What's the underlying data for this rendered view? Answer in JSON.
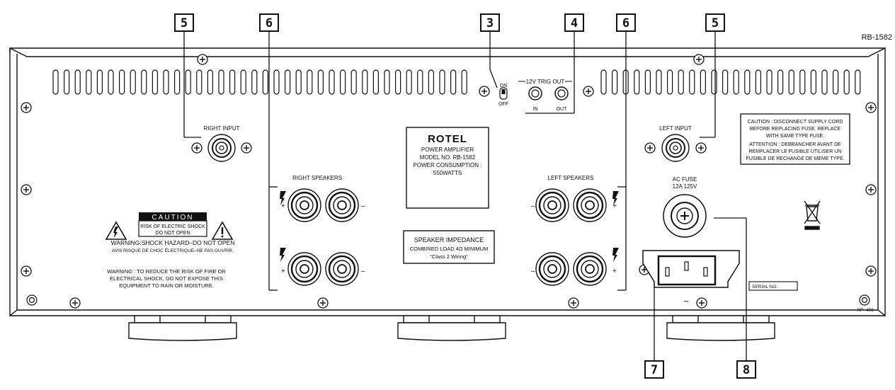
{
  "model_label": "RB-1582",
  "callouts": {
    "c3": "3",
    "c4": "4",
    "c5a": "5",
    "c5b": "5",
    "c6a": "6",
    "c6b": "6",
    "c7": "7",
    "c8": "8"
  },
  "trig": {
    "title": "12V TRIG OUT",
    "in": "IN",
    "out": "OUT",
    "on": "ON",
    "off": "OFF"
  },
  "inputs": {
    "right": "RIGHT INPUT",
    "left": "LEFT INPUT"
  },
  "speakers": {
    "right": "RIGHT SPEAKERS",
    "left": "LEFT SPEAKERS",
    "plus": "+",
    "minus": "–"
  },
  "brand_panel": {
    "logo": "ROTEL",
    "line1": "POWER AMPLIFIER",
    "line2": "MODEL NO. RB-1582",
    "line3": "POWER CONSUMPTION :",
    "line4": "550WATTS"
  },
  "impedance": {
    "title": "SPEAKER IMPEDANCE",
    "line1": "COMBINED LOAD 4Ω MINIMUM",
    "line2": "\"Class 2 Wiring\""
  },
  "caution_label": {
    "header": "CAUTION",
    "line1": "RISK OF ELECTRIC SHOCK",
    "line2": "DO NOT OPEN",
    "warning": "WARNING:SHOCK HAZARD–DO NOT OPEN",
    "avis": "AVIS:RISQUE DE CHOC ÉLECTRIQUE–NE PAS OUVRIR."
  },
  "warning_text": {
    "line1": "WARNING : TO REDUCE THE RISK OF FIRE OR",
    "line2": "ELECTRICAL SHOCK, DO NOT EXPOSE THIS",
    "line3": "EQUIPMENT TO RAIN OR MOISTURE."
  },
  "fuse": {
    "title": "AC FUSE",
    "rating": "12A 125V"
  },
  "fuse_caution": {
    "l1": "CAUTION : DISCONNECT SUPPLY CORD",
    "l2": "BEFORE REPLACING FUSE. REPLACE",
    "l3": "WITH SAME TYPE FUSE.",
    "l4": "ATTENTION : DEBRANCHER AVANT DE",
    "l5": "REMPLACER LE FUSIBLE UTILISER UN",
    "l6": "FUSIBLE DE RECHANGE DE MEME TYPE."
  },
  "ac_symbol": "~",
  "serial_label": "SERIAL NO.",
  "part_code": "RP–496"
}
